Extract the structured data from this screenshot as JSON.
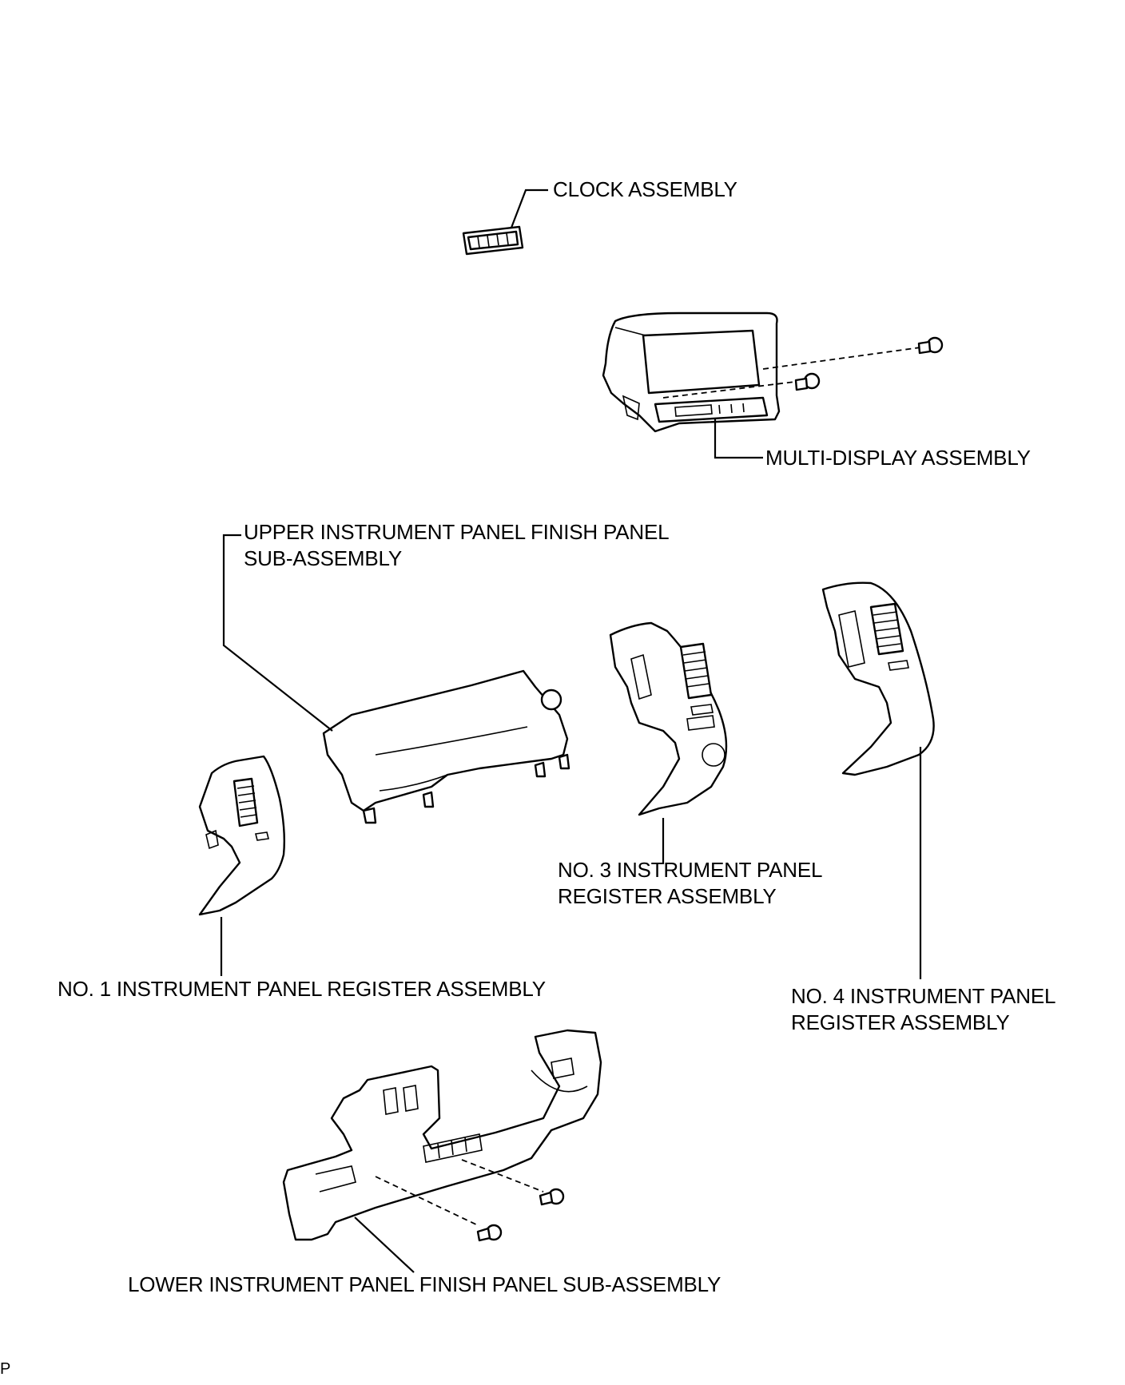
{
  "labels": {
    "clock": "CLOCK ASSEMBLY",
    "multi_display": "MULTI-DISPLAY ASSEMBLY",
    "upper_panel_line1": "UPPER INSTRUMENT PANEL FINISH PANEL",
    "upper_panel_line2": "SUB-ASSEMBLY",
    "no3_line1": "NO. 3 INSTRUMENT PANEL",
    "no3_line2": "REGISTER ASSEMBLY",
    "no1": "NO. 1 INSTRUMENT PANEL REGISTER ASSEMBLY",
    "no4_line1": "NO. 4 INSTRUMENT PANEL",
    "no4_line2": "REGISTER ASSEMBLY",
    "lower_panel": "LOWER INSTRUMENT PANEL FINISH PANEL SUB-ASSEMBLY",
    "corner_code": "P"
  }
}
